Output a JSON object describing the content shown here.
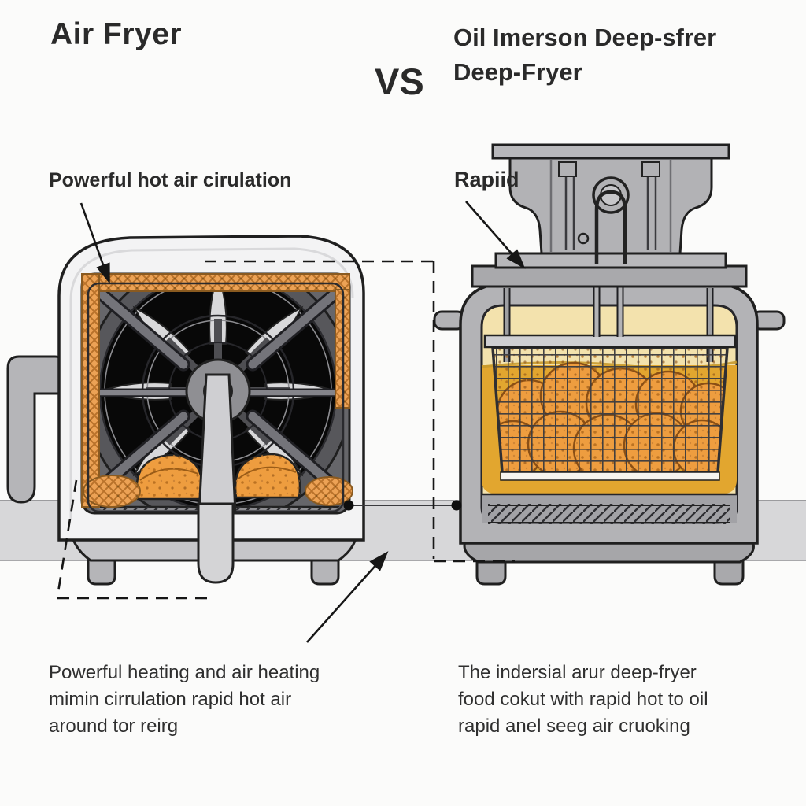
{
  "header": {
    "left_title": "Air Fryer",
    "vs": "VS",
    "right_title_line1": "Oil Imerson Deep-sfrer",
    "right_title_line2": "Deep-Fryer"
  },
  "labels": {
    "left_callout": "Powerful hot air cirulation",
    "right_callout": "Rapiid"
  },
  "captions": {
    "left": [
      "Powerful heating and air heating",
      "mimin cirrulation rapid hot air",
      "around tor reirg"
    ],
    "right": [
      "The indersial arur deep-fryer",
      "food cokut with rapid hot to oil",
      "rapid anel seeg air cruoking"
    ]
  },
  "colors": {
    "text": "#2a2a2a",
    "outline": "#1f1f1f",
    "crumb": "#eca255",
    "food": "#ee9d3f",
    "oil-gold": "#e2a62f",
    "oil-pale": "#f3e2ad",
    "body-gray": "#b3b3b6",
    "interior-gray": "#66666a",
    "table-gray": "#d7d7d9"
  },
  "icons": {
    "fan": "fan-icon",
    "basket": "fry-basket-icon",
    "arrow": "arrow-icon"
  }
}
